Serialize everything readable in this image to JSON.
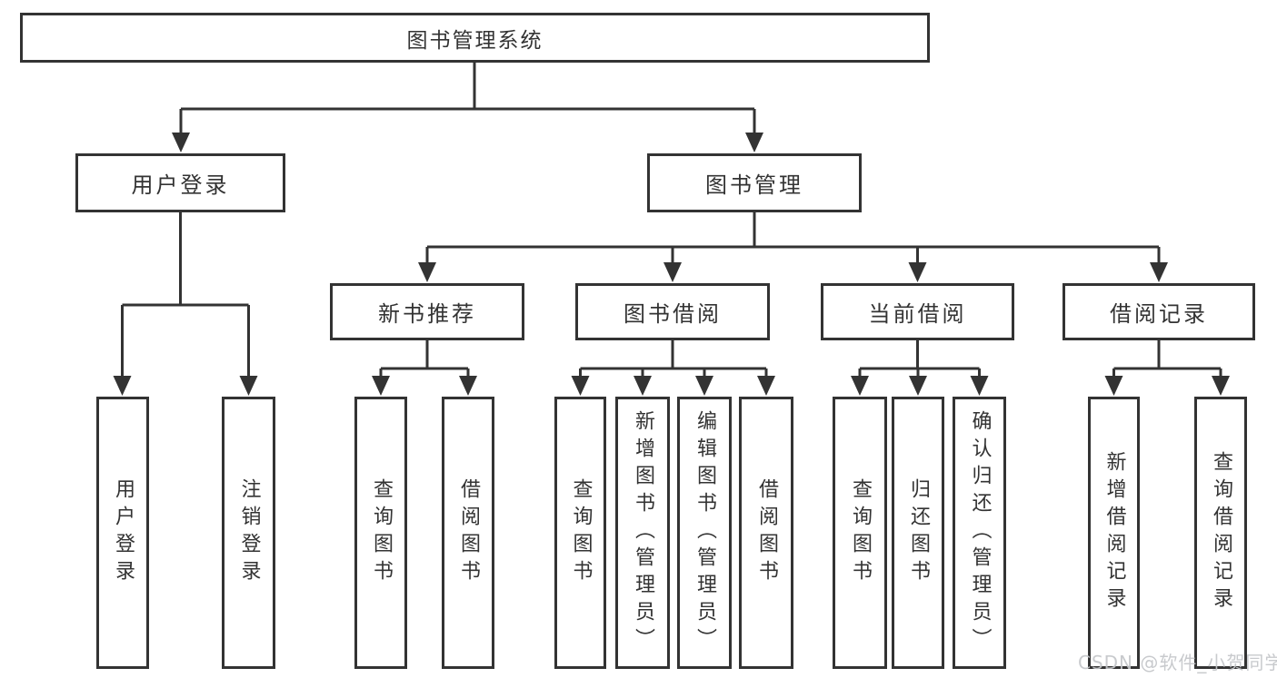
{
  "diagram": {
    "type": "hierarchy-tree",
    "root": {
      "label": "图书管理系统"
    },
    "level2": [
      {
        "label": "用户登录",
        "children": [
          "用户登录",
          "注销登录"
        ]
      },
      {
        "label": "图书管理"
      }
    ],
    "level3": [
      {
        "label": "新书推荐",
        "children": [
          "查询图书",
          "借阅图书"
        ]
      },
      {
        "label": "图书借阅",
        "children": [
          "查询图书",
          "新增图书（管理员）",
          "编辑图书（管理员）",
          "借阅图书"
        ]
      },
      {
        "label": "当前借阅",
        "children": [
          "查询图书",
          "归还图书",
          "确认归还（管理员）"
        ]
      },
      {
        "label": "借阅记录",
        "children": [
          "新增借阅记录",
          "查询借阅记录"
        ]
      }
    ],
    "watermark": "CSDN @软件_小贺同学",
    "colors": {
      "line": "#333333",
      "box_border": "#333333",
      "text": "#333333",
      "watermark": "#c3c6c9",
      "background": "#ffffff"
    }
  }
}
